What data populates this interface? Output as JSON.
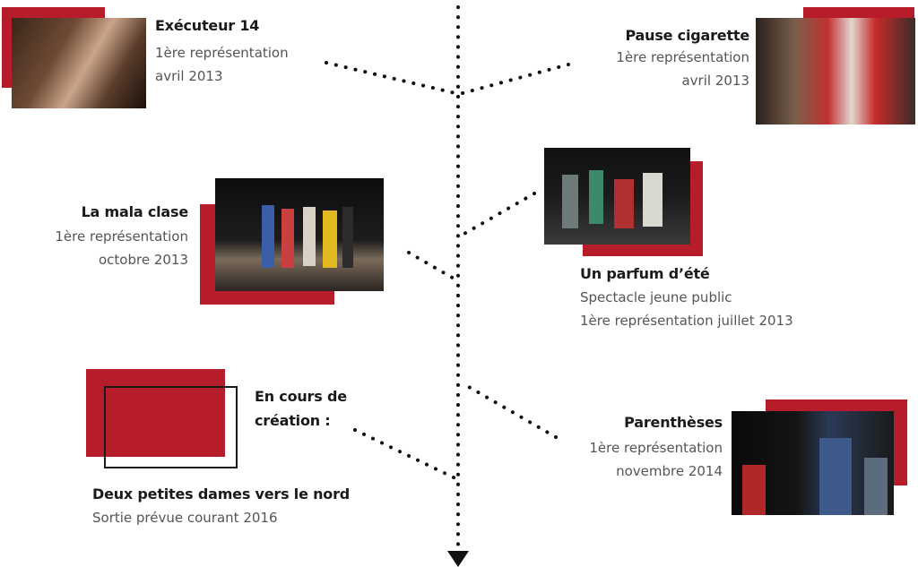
{
  "timeline": {
    "arrow_icon": "down-arrow-icon",
    "accent_color": "#b71c2a",
    "items": [
      {
        "title": "Exécuteur 14",
        "line1": "1ère représentation",
        "line2": "avril 2013"
      },
      {
        "title": "Pause cigarette",
        "line1": "1ère représentation",
        "line2": "avril 2013"
      },
      {
        "title": "La mala clase",
        "line1": "1ère représentation",
        "line2": "octobre 2013"
      },
      {
        "title": "Un parfum d’été",
        "line1": "Spectacle jeune public",
        "line2": "1ère représentation juillet 2013"
      },
      {
        "title": "Parenthèses",
        "line1": "1ère représentation",
        "line2": "novembre 2014"
      }
    ],
    "upcoming": {
      "heading_line1": "En cours de",
      "heading_line2": "création :",
      "title": "Deux petites dames vers le nord",
      "subtitle": "Sortie prévue courant 2016"
    }
  }
}
